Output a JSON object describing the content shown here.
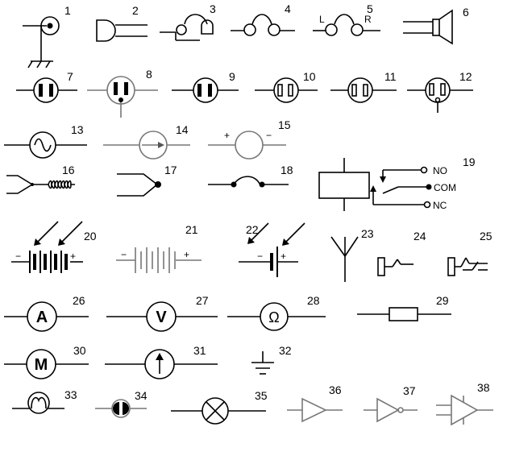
{
  "symbols": [
    {
      "number": "1"
    },
    {
      "number": "2"
    },
    {
      "number": "3"
    },
    {
      "number": "4"
    },
    {
      "number": "5",
      "labels": [
        "L",
        "R"
      ]
    },
    {
      "number": "6"
    },
    {
      "number": "7"
    },
    {
      "number": "8"
    },
    {
      "number": "9"
    },
    {
      "number": "10"
    },
    {
      "number": "11"
    },
    {
      "number": "12"
    },
    {
      "number": "13"
    },
    {
      "number": "14"
    },
    {
      "number": "15",
      "labels": [
        "+",
        "−"
      ]
    },
    {
      "number": "16"
    },
    {
      "number": "17"
    },
    {
      "number": "18"
    },
    {
      "number": "19",
      "labels": [
        "NO",
        "COM",
        "NC"
      ]
    },
    {
      "number": "20",
      "labels": [
        "−",
        "+"
      ]
    },
    {
      "number": "21",
      "labels": [
        "−",
        "+"
      ]
    },
    {
      "number": "22",
      "labels": [
        "−",
        "+"
      ]
    },
    {
      "number": "23"
    },
    {
      "number": "24"
    },
    {
      "number": "25"
    },
    {
      "number": "26",
      "labels": [
        "A"
      ]
    },
    {
      "number": "27",
      "labels": [
        "V"
      ]
    },
    {
      "number": "28",
      "labels": [
        "Ω"
      ]
    },
    {
      "number": "29"
    },
    {
      "number": "30",
      "labels": [
        "M"
      ]
    },
    {
      "number": "31"
    },
    {
      "number": "32"
    },
    {
      "number": "33"
    },
    {
      "number": "34"
    },
    {
      "number": "35"
    },
    {
      "number": "36"
    },
    {
      "number": "37"
    },
    {
      "number": "38"
    }
  ]
}
